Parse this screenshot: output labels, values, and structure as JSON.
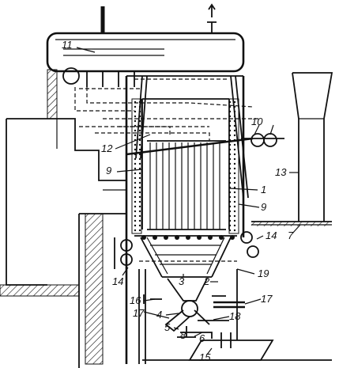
{
  "labels": {
    "l1": "1",
    "l2": "2",
    "l3": "3",
    "l4": "4",
    "l5": "5",
    "l6": "6",
    "l7": "7",
    "l8": "8",
    "l9a": "9",
    "l9b": "9",
    "l10": "10",
    "l11": "11",
    "l12": "12",
    "l13": "13",
    "l14a": "14",
    "l14b": "14",
    "l15": "15",
    "l16": "16",
    "l17a": "17",
    "l17b": "17",
    "l18": "18",
    "l19": "19"
  }
}
